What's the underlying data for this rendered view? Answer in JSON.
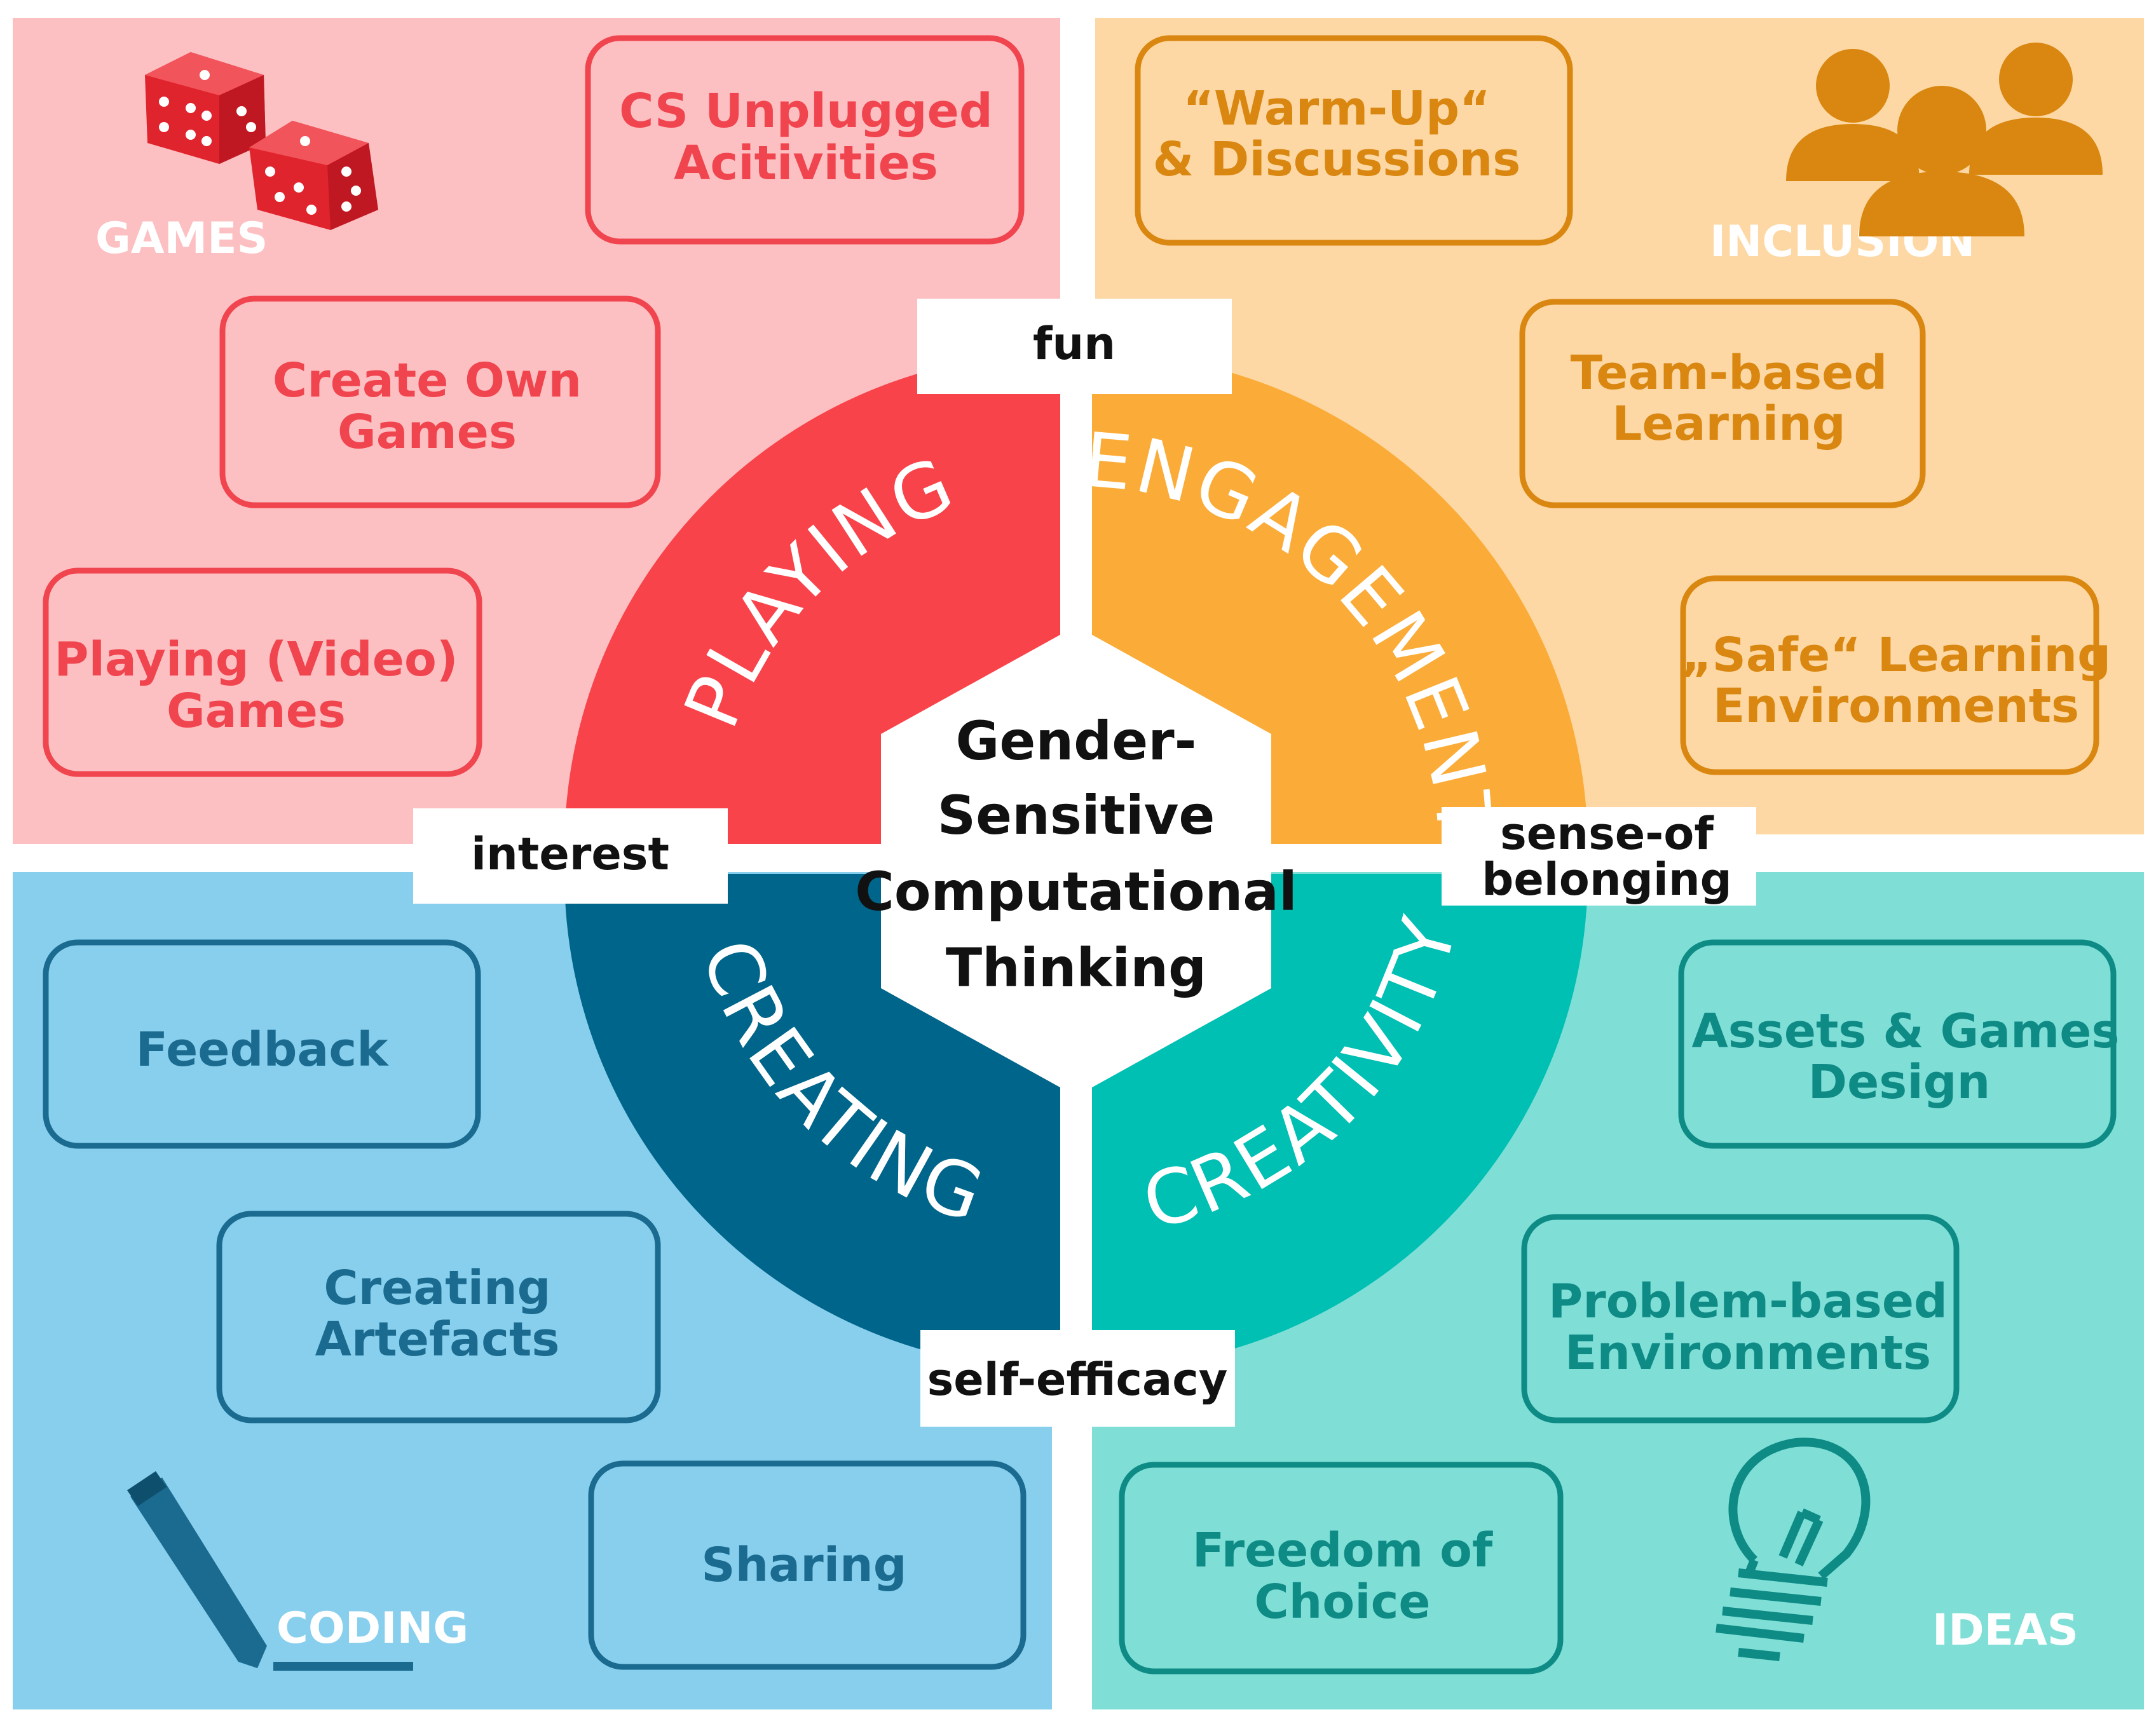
{
  "center": {
    "line1": "Gender-",
    "line2": "Sensitive",
    "line3": "Computational",
    "line4": "Thinking"
  },
  "ring": {
    "playing": "PLAYING",
    "engagement": "ENGAGEMENT",
    "creating": "CREATING",
    "creativity": "CREATIVITY"
  },
  "connectors": {
    "fun": "fun",
    "interest": "interest",
    "sense_line1": "sense-of",
    "sense_line2": "belonging",
    "self_efficacy": "self-efficacy"
  },
  "corners": {
    "games": "GAMES",
    "inclusion": "INCLUSION",
    "coding": "CODING",
    "ideas": "IDEAS"
  },
  "quadrants": {
    "playing": {
      "color_bg": "#fdc0c2",
      "color_accent": "#f0454f",
      "boxes": [
        {
          "line1": "CS Unplugged",
          "line2": "Acitivities"
        },
        {
          "line1": "Create Own",
          "line2": "Games"
        },
        {
          "line1": "Playing (Video)",
          "line2": "Games"
        }
      ]
    },
    "engagement": {
      "color_bg": "#fed8a4",
      "color_accent": "#d98710",
      "boxes": [
        {
          "line1": "“Warm-Up“",
          "line2": "& Discussions"
        },
        {
          "line1": "Team-based",
          "line2": "Learning"
        },
        {
          "line1": "„Safe“ Learning",
          "line2": "Environments"
        }
      ]
    },
    "creating": {
      "color_bg": "#88cfee",
      "color_accent": "#1a6b8f",
      "boxes": [
        {
          "line1": "Feedback",
          "line2": ""
        },
        {
          "line1": "Creating",
          "line2": "Artefacts"
        },
        {
          "line1": "Sharing",
          "line2": ""
        }
      ]
    },
    "creativity": {
      "color_bg": "#7fdfd7",
      "color_accent": "#0f8b86",
      "boxes": [
        {
          "line1": "Assets & Games",
          "line2": "Design"
        },
        {
          "line1": "Problem-based",
          "line2": "Environments"
        },
        {
          "line1": "Freedom of",
          "line2": "Choice"
        }
      ]
    }
  },
  "ring_colors": {
    "playing": "#f8434b",
    "engagement": "#fbac38",
    "creating": "#00658a",
    "creativity": "#00bfb3"
  },
  "icons": {
    "games": "dice-icon",
    "inclusion": "people-group-icon",
    "coding": "pen-icon",
    "ideas": "light-bulb-icon"
  }
}
